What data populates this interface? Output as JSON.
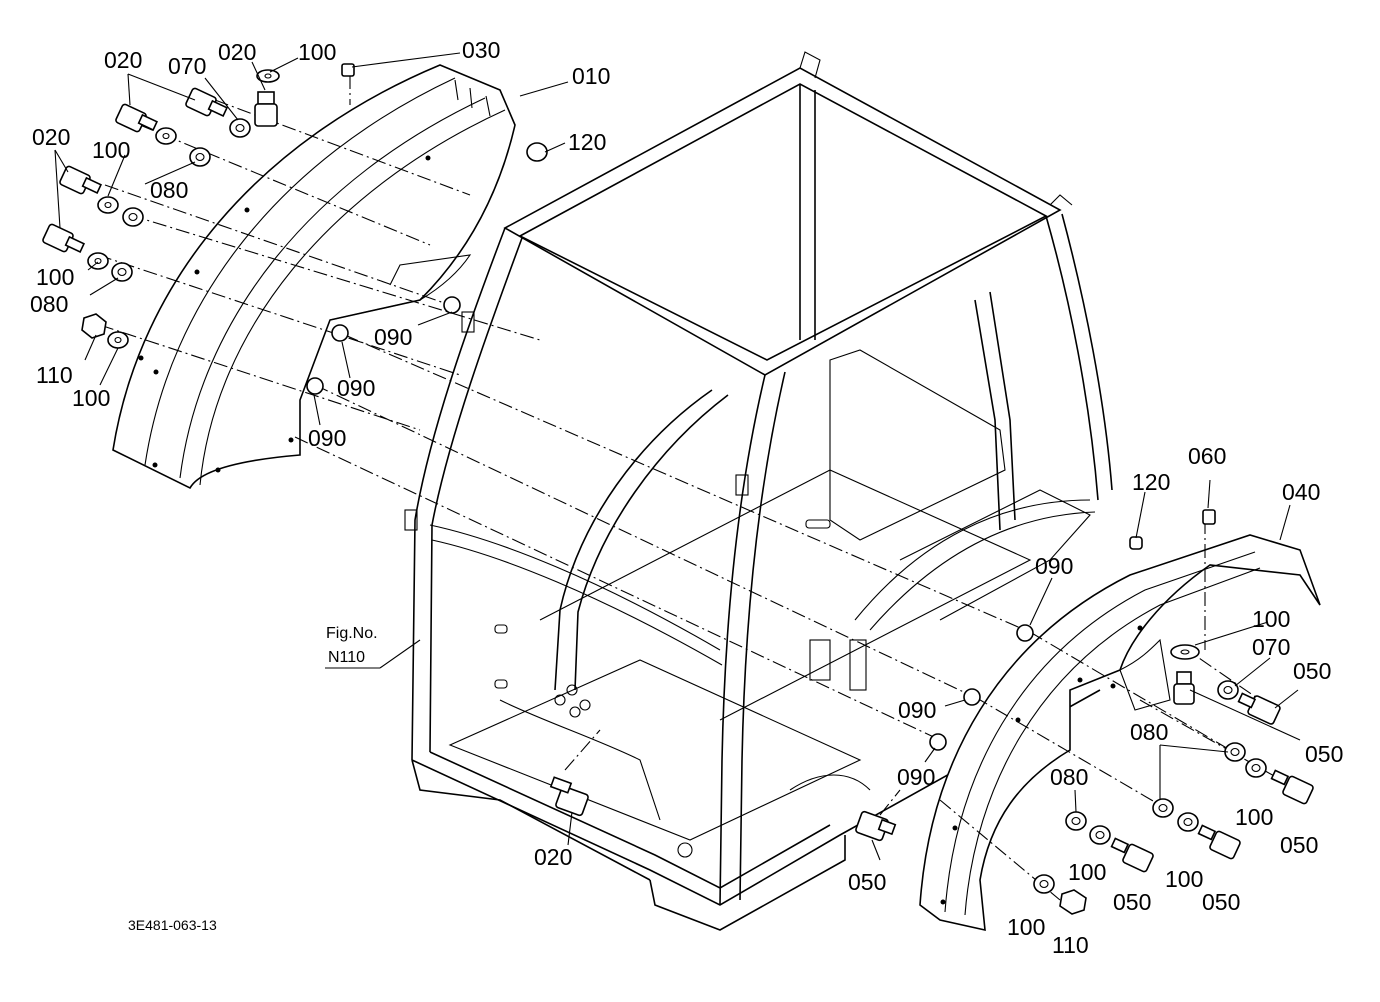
{
  "callouts": {
    "c010": "010",
    "c020": "020",
    "c030": "030",
    "c040": "040",
    "c050": "050",
    "c060": "060",
    "c070": "070",
    "c080": "080",
    "c090": "090",
    "c100": "100",
    "c110": "110",
    "c120": "120"
  },
  "figure_ref": {
    "line1": "Fig.No.",
    "line2": "N110"
  },
  "drawing_code": "3E481-063-13"
}
